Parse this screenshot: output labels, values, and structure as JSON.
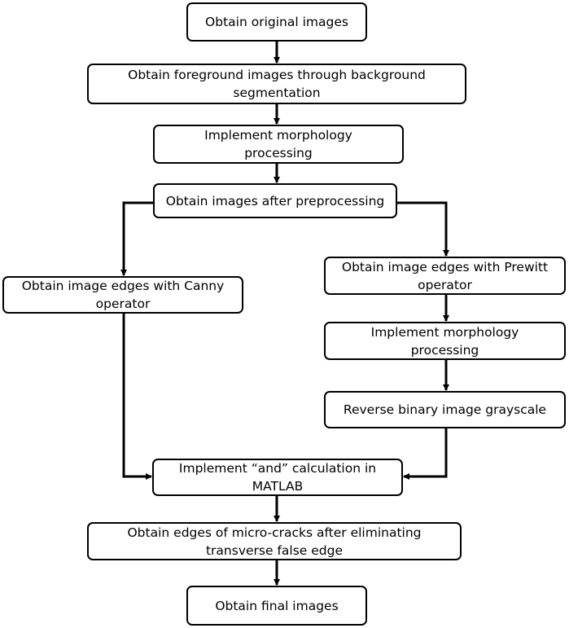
{
  "nodes": {
    "obtain_original": "Obtain original images",
    "foreground_segmentation": "Obtain foreground images through background segmentation",
    "morphology_1": "Implement morphology processing",
    "preprocessing": "Obtain images after preprocessing",
    "canny": "Obtain image edges with Canny operator",
    "prewitt": "Obtain image edges with Prewitt operator",
    "morphology_2": "Implement morphology processing",
    "reverse_grayscale": "Reverse binary image grayscale",
    "and_calculation": "Implement “and” calculation in MATLAB",
    "micro_cracks": "Obtain edges of micro-cracks after eliminating transverse false edge",
    "final_images": "Obtain final images"
  },
  "colors": {
    "stroke": "#000000",
    "background": "#ffffff"
  }
}
